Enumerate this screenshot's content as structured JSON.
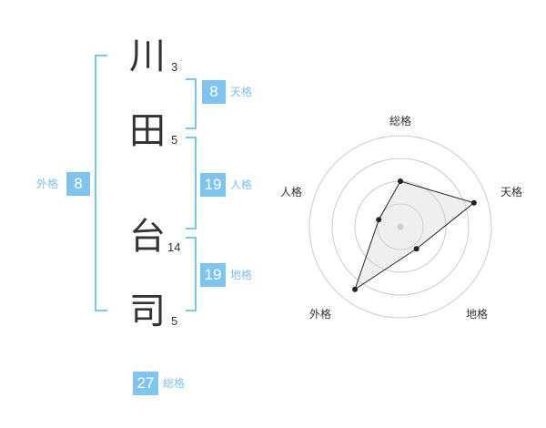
{
  "name_chars": [
    {
      "char": "川",
      "strokes": "3"
    },
    {
      "char": "田",
      "strokes": "5"
    },
    {
      "char": "台",
      "strokes": "14"
    },
    {
      "char": "司",
      "strokes": "5"
    }
  ],
  "fortunes": {
    "tenkaku": {
      "label": "天格",
      "value": "8"
    },
    "jinkaku": {
      "label": "人格",
      "value": "19"
    },
    "chikaku": {
      "label": "地格",
      "value": "19"
    },
    "gaikaku": {
      "label": "外格",
      "value": "8"
    },
    "soukaku": {
      "label": "総格",
      "value": "27"
    }
  },
  "colors": {
    "accent": "#7fc4ee",
    "text": "#333333",
    "ring": "#cccccc"
  },
  "chart_data": {
    "type": "radar",
    "axes": [
      "総格",
      "天格",
      "地格",
      "外格",
      "人格"
    ],
    "values": [
      0.5,
      0.85,
      0.3,
      0.85,
      0.25
    ],
    "max": 1,
    "rings": 4
  }
}
